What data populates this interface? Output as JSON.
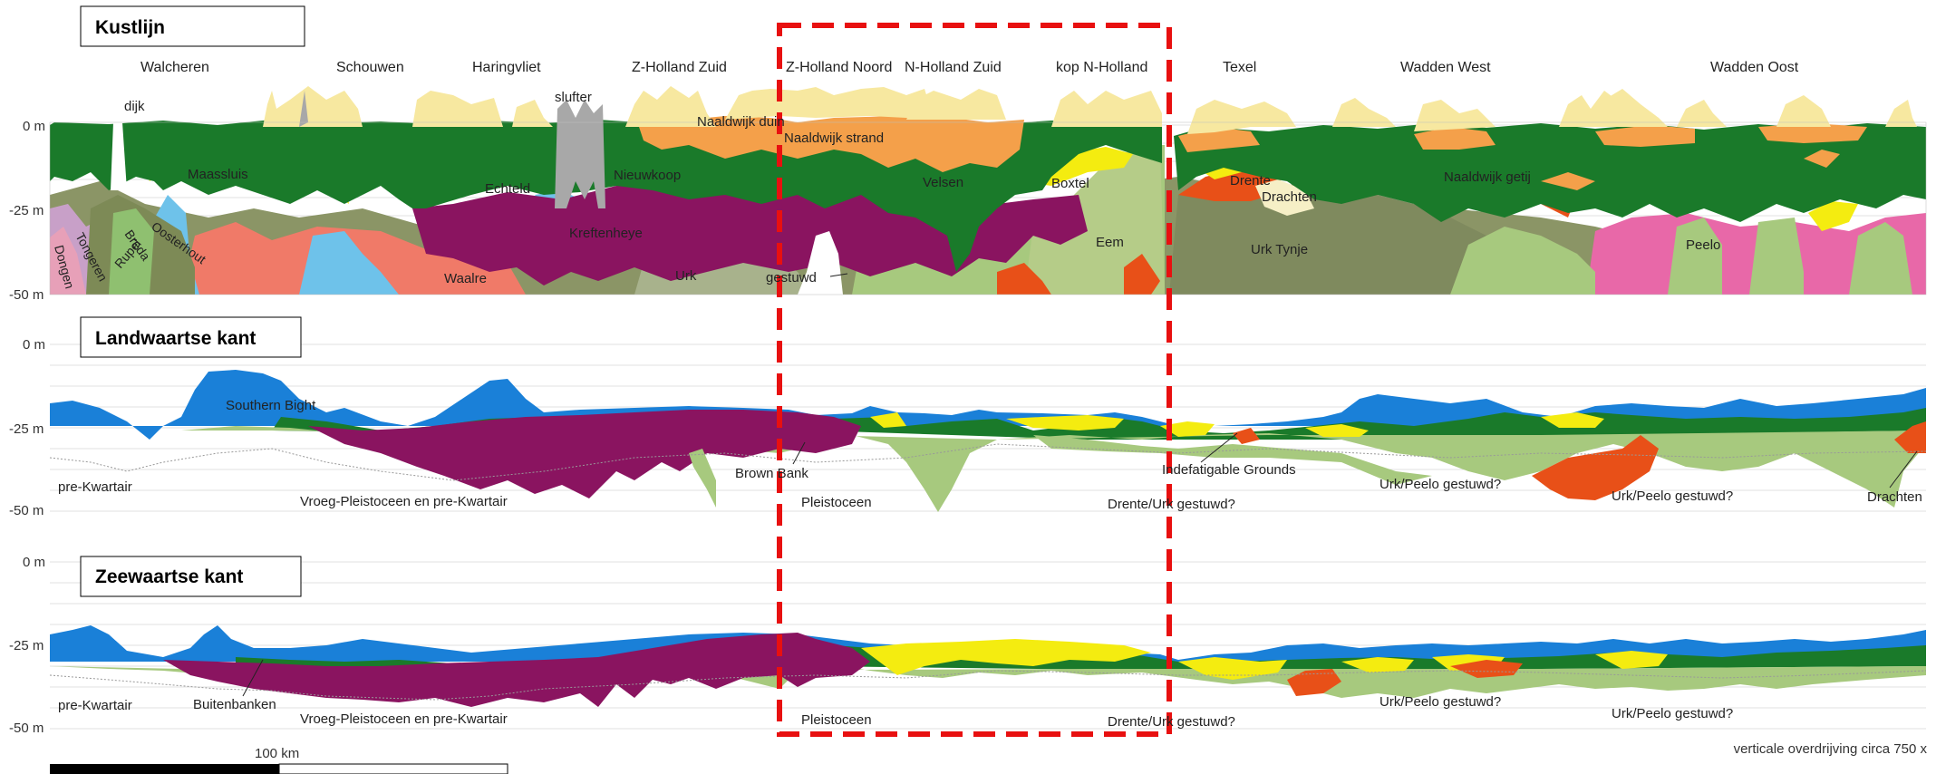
{
  "colors": {
    "dune": "#f7e8a0",
    "beach_orange": "#f4a04a",
    "holocene_green": "#1a7a2a",
    "kreftenheye_purple": "#8a1460",
    "urk_olive": "#8b9566",
    "light_green": "#a7c97e",
    "eem_green": "#b5cc88",
    "waalre_salmon": "#f07a68",
    "peelo_pink": "#e868a8",
    "north_sea_blue": "#1a80d8",
    "light_blue": "#6ec2ea",
    "boxtel_yellow": "#f4ec10",
    "drente_red": "#e85018",
    "slufter_grey": "#a8a8a8",
    "tongeren_lilac": "#c8a0c8",
    "highlight_red": "#e81010"
  },
  "panels": {
    "kustlijn": {
      "title": "Kustlijn",
      "regions": [
        "Walcheren",
        "Schouwen",
        "Haringvliet",
        "Z-Holland Zuid",
        "Z-Holland Noord",
        "N-Holland Zuid",
        "kop N-Holland",
        "Texel",
        "Wadden West",
        "Wadden Oost"
      ],
      "y_axis": [
        "0 m",
        "-25 m",
        "-50 m"
      ],
      "units": [
        "dijk",
        "slufter",
        "Naaldwijk duin",
        "Naaldwijk strand",
        "Maassluis",
        "Echteld",
        "Nieuwkoop",
        "Velsen",
        "Boxtel",
        "Drente",
        "Drachten",
        "Naaldwijk getij",
        "Kreftenheye",
        "Oosterhout",
        "Breda",
        "Tongeren",
        "Rupel",
        "Dongen",
        "Waalre",
        "Urk",
        "gestuwd",
        "Eem",
        "Urk Tynje",
        "Peelo"
      ]
    },
    "landwaartse": {
      "title": "Landwaartse kant",
      "y_axis": [
        "0 m",
        "-25 m",
        "-50 m"
      ],
      "units": [
        "Southern Bight",
        "pre-Kwartair",
        "Vroeg-Pleistoceen en pre-Kwartair",
        "Brown Bank",
        "Pleistoceen",
        "Indefatigable Grounds",
        "Drente/Urk gestuwd?",
        "Urk/Peelo gestuwd?",
        "Urk/Peelo gestuwd?",
        "Drachten"
      ]
    },
    "zeewaartse": {
      "title": "Zeewaartse kant",
      "y_axis": [
        "0 m",
        "-25 m",
        "-50 m"
      ],
      "units": [
        "pre-Kwartair",
        "Buitenbanken",
        "Vroeg-Pleistoceen en pre-Kwartair",
        "Pleistoceen",
        "Drente/Urk gestuwd?",
        "Urk/Peelo gestuwd?",
        "Urk/Peelo gestuwd?"
      ]
    }
  },
  "scale_bar": {
    "label": "100 km"
  },
  "exaggeration_note": "verticale overdrijving circa 750 x"
}
